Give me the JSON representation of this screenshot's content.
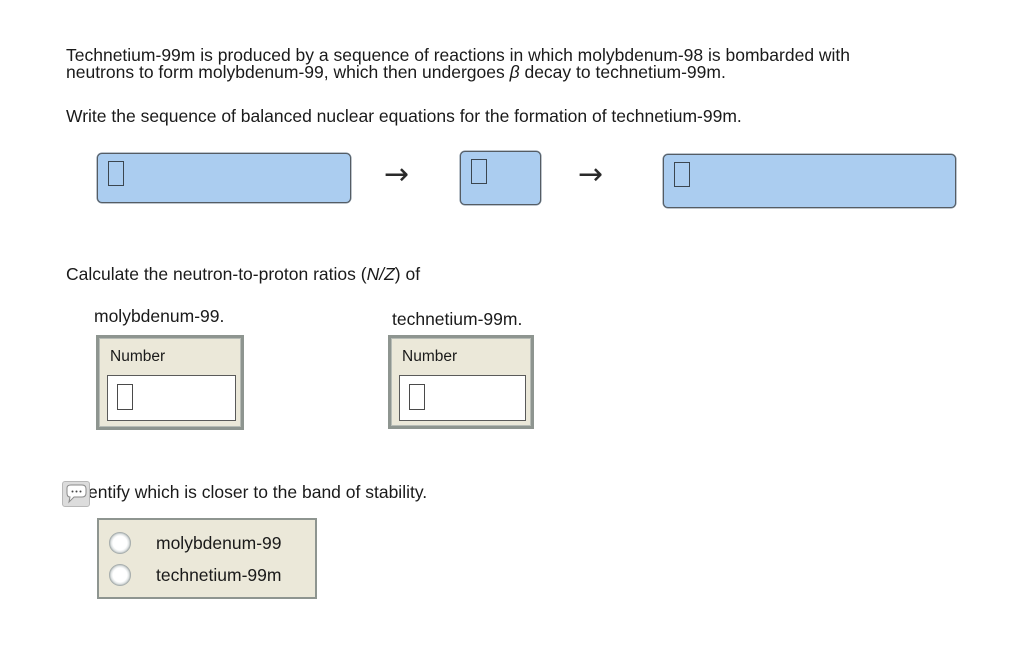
{
  "question": {
    "intro_lines": [
      "Technetium-99m is produced by a sequence of reactions in which molybdenum-98 is bombarded with",
      "neutrons to form molybdenum-99, which then undergoes ",
      " decay to technetium-99m."
    ],
    "beta_symbol": "β",
    "instruction": "Write the sequence of balanced nuclear equations for the formation of technetium-99m."
  },
  "equation": {
    "arrow_symbol": "→",
    "boxes": [
      {
        "name": "reaction-1-input",
        "value": ""
      },
      {
        "name": "intermediate-input",
        "value": ""
      },
      {
        "name": "reaction-2-input",
        "value": ""
      }
    ]
  },
  "ratios": {
    "prompt_prefix": "Calculate the neutron-to-proton ratios (",
    "prompt_var": "N/Z",
    "prompt_suffix": ") of",
    "items": [
      {
        "label": "molybdenum-99.",
        "field_label": "Number",
        "value": ""
      },
      {
        "label": "technetium-99m.",
        "field_label": "Number",
        "value": ""
      }
    ]
  },
  "stability": {
    "prompt": "entify which is closer to the band of stability.",
    "comment_icon": "speech-bubble-ellipsis",
    "options": [
      {
        "label": "molybdenum-99",
        "selected": false
      },
      {
        "label": "technetium-99m",
        "selected": false
      }
    ]
  }
}
